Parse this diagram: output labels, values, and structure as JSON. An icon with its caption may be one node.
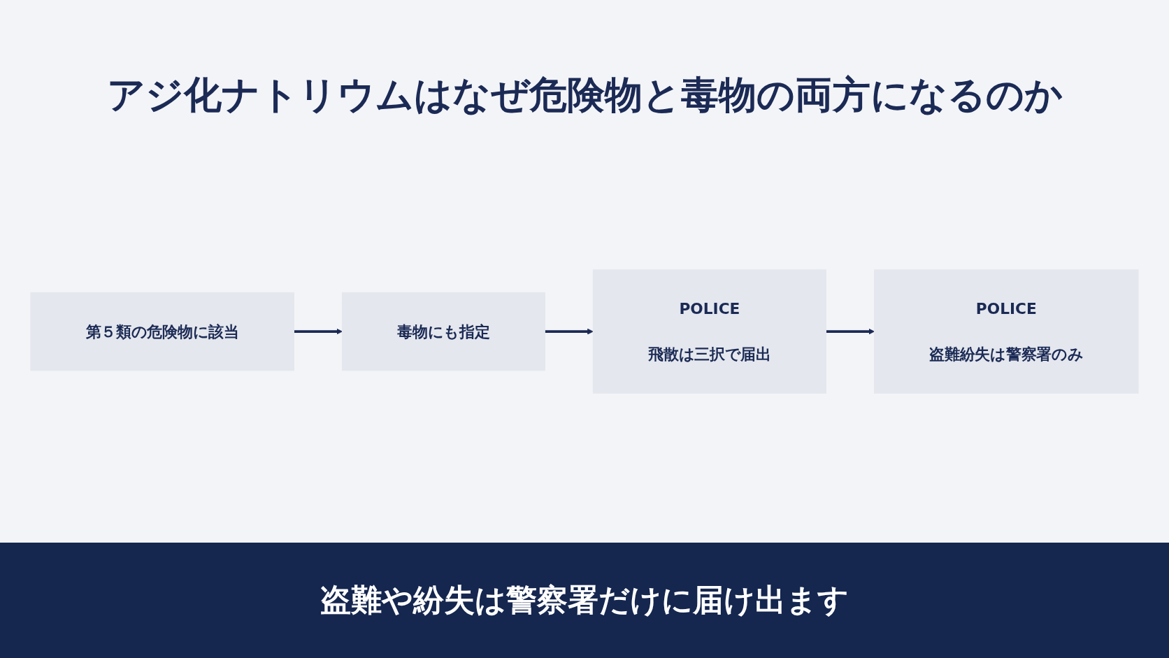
{
  "diagram": {
    "title": "アジ化ナトリウムはなぜ危険物と毒物の**両方になるのか**",
    "caption": "盗難や紛失は警察署だけに届け出ます",
    "nodes": [
      {
        "text": [
          "第５類の危険物に該当"
        ]
      },
      {
        "text": [
          "毒物にも指定"
        ]
      },
      {
        "text": [
          "POLICE",
          "飛散は三択で届出"
        ]
      },
      {
        "text": [
          "POLICE",
          "盗難紛失は警察署のみ"
        ]
      }
    ],
    "edges": [
      {
        "from": 0,
        "to": 1,
        "arrow": "to"
      },
      {
        "from": 1,
        "to": 2,
        "arrow": "to"
      },
      {
        "from": 2,
        "to": 3,
        "arrow": "to"
      }
    ]
  }
}
